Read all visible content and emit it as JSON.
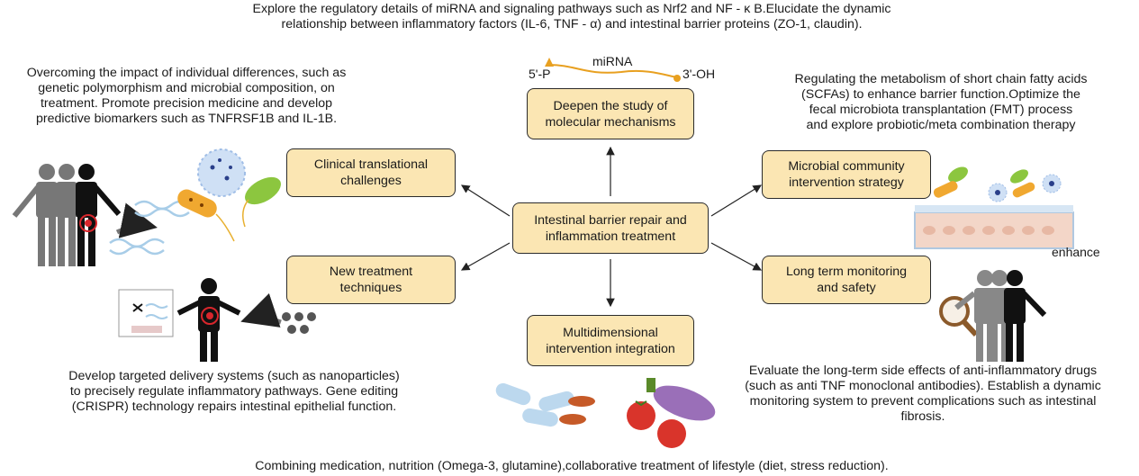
{
  "top_text": "Explore the regulatory details of miRNA and signaling pathways such as Nrf2 and NF - κ B.Elucidate the dynamic\nrelationship between inflammatory factors (IL-6, TNF - α) and intestinal barrier proteins (ZO-1, claudin).",
  "left_top_text": "Overcoming the impact of individual differences, such as\ngenetic polymorphism and microbial composition, on\ntreatment. Promote precision medicine and develop\npredictive biomarkers such as TNFRSF1B and IL-1B.",
  "right_top_text": "Regulating the metabolism of short chain fatty acids\n(SCFAs) to enhance barrier function.Optimize the\nfecal microbiota transplantation (FMT) process\nand explore probiotic/meta combination therapy",
  "left_bottom_text": "Develop targeted delivery systems (such as nanoparticles)\nto precisely regulate inflammatory pathways. Gene editing\n(CRISPR) technology repairs intestinal epithelial function.",
  "right_bottom_text": "Evaluate the long-term side effects of anti-inflammatory drugs\n(such as anti TNF monoclonal antibodies). Establish a dynamic\nmonitoring system to prevent complications such as intestinal\nfibrosis.",
  "bottom_text": "Combining medication, nutrition (Omega-3, glutamine),collaborative treatment of lifestyle (diet, stress reduction).",
  "boxes": {
    "center": "Intestinal barrier repair and\ninflammation treatment",
    "top": "Deepen the study of\nmolecular mechanisms",
    "bottom": "Multidimensional\nintervention integration",
    "left_top": "Clinical translational\nchallenges",
    "left_bottom": "New treatment\ntechniques",
    "right_top": "Microbial community\nintervention strategy",
    "right_bottom": "Long term monitoring\nand safety"
  },
  "mirna": {
    "five_prime": "5'-P",
    "label": "miRNA",
    "three_prime": "3'-OH"
  },
  "enhance_label": "enhance",
  "colors": {
    "box_fill": "#fbe6b3",
    "box_border": "#2b2b2b",
    "mirna_line": "#e8a020"
  }
}
